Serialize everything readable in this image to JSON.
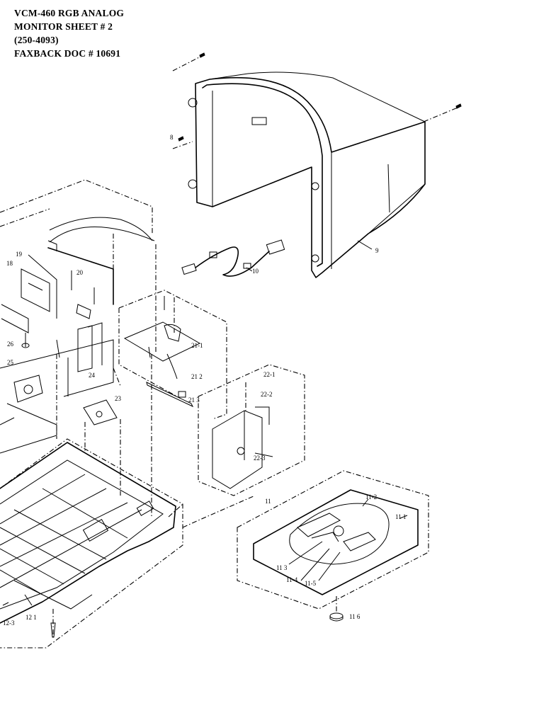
{
  "header": {
    "line1": "VCM-460  RGB ANALOG",
    "line2": "MONITOR  SHEET # 2",
    "line3": "(250-4093)",
    "line4": "FAXBACK DOC # 10691"
  },
  "callouts": {
    "c8": "8",
    "c9": "9",
    "c10": "10",
    "c11": "11",
    "c11_1": "11 1",
    "c11_2": "11-2",
    "c11_3": "11 3",
    "c11_4": "11-4",
    "c11_5": "11-5",
    "c11_6": "11 6",
    "c12_1": "12 1",
    "c12_3": "12-3",
    "c18": "18",
    "c19": "19",
    "c20": "20",
    "c21_1": "21-1",
    "c21_2": "21 2",
    "c21_3": "21 3",
    "c22_1": "22-1",
    "c22_2": "22-2",
    "c22_3": "22-3",
    "c23": "23",
    "c24": "24",
    "c25": "25",
    "c26": "26"
  }
}
